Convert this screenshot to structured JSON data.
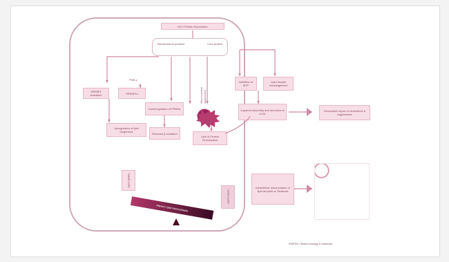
{
  "nodes": {
    "title": "HCV Protein Expression",
    "nonstructural": "Nonstructural proteins",
    "core": "Core protein",
    "srebp1_act": "SREBP1 activation",
    "srebp1c": "SREBP1c",
    "pi3k": "PI3K-γ",
    "downreg": "Downregulation of PPARα",
    "reduced_ox": "Reduced β-oxidation",
    "mito": "Mitochondrial dysfunction",
    "ros": "ROS",
    "mtp": "Inhibition of MTP",
    "lipid_drop": "Lipid droplet rearrangement",
    "impaired": "Impaired assembly and secretion of VLDL",
    "decreased": "Decreased export of cholesterol & triglycerides",
    "upreg": "Upregulation of lipid biogenesis",
    "lipid_perox": "Lipid & Protein Peroxidation",
    "lipid_uptake": "Lipid uptake",
    "lipid_export": "Lipid export",
    "seesaw": "Altered Lipid Homeostasis",
    "intracellular": "Intracellular accumulation of lipid droplets or Steatosis",
    "credit": "RNPSS • Biotechnology & Medicine"
  }
}
